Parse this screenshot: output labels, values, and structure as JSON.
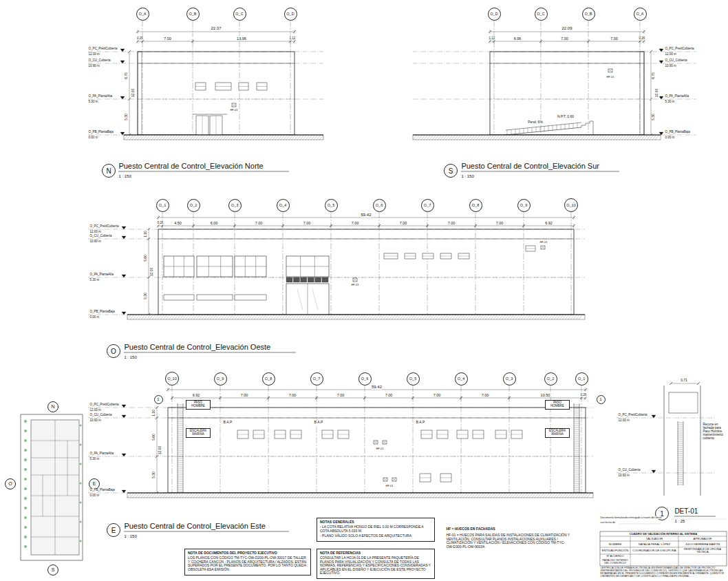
{
  "diagram": {
    "nodes": [
      {
        "text": [
          "O_A"
        ]
      },
      {
        "text": [
          "O_B"
        ]
      },
      {
        "text": [
          "O_C"
        ]
      },
      {
        "text": [
          "O_D"
        ]
      },
      {
        "text": [
          "O_D"
        ]
      },
      {
        "text": [
          "O_C"
        ]
      },
      {
        "text": [
          "O_B"
        ]
      },
      {
        "text": [
          "O_A"
        ]
      },
      {
        "text": [
          "N"
        ]
      },
      {
        "text": [
          "S"
        ]
      },
      {
        "text": [
          "O_1"
        ]
      },
      {
        "text": [
          "O_2"
        ]
      },
      {
        "text": [
          "O_3"
        ]
      },
      {
        "text": [
          "O_4"
        ]
      },
      {
        "text": [
          "O_5"
        ]
      },
      {
        "text": [
          "O_6"
        ]
      },
      {
        "text": [
          "O_7"
        ]
      },
      {
        "text": [
          "O_8"
        ]
      },
      {
        "text": [
          "O_9"
        ]
      },
      {
        "text": [
          "O_10"
        ]
      },
      {
        "text": [
          "O"
        ]
      },
      {
        "text": [
          "O_10"
        ]
      },
      {
        "text": [
          "O_9"
        ]
      },
      {
        "text": [
          "O_8"
        ]
      },
      {
        "text": [
          "O_7"
        ]
      },
      {
        "text": [
          "O_6"
        ]
      },
      {
        "text": [
          "O_5"
        ]
      },
      {
        "text": [
          "O_4"
        ]
      },
      {
        "text": [
          "O_3"
        ]
      },
      {
        "text": [
          "O_2"
        ]
      },
      {
        "text": [
          "O_1"
        ]
      },
      {
        "text": [
          "1"
        ]
      },
      {
        "text": [
          "1"
        ]
      },
      {
        "text": [
          "PASO HOMBRE"
        ]
      },
      {
        "text": [
          "PASO HOMBRE"
        ]
      },
      {
        "text": [
          "ESCALERA MARINA"
        ]
      },
      {
        "text": [
          "ESCALERA MARINA"
        ]
      },
      {
        "text": [
          "N"
        ]
      },
      {
        "text": [
          "O"
        ]
      },
      {
        "text": [
          "E"
        ]
      },
      {
        "text": [
          "S"
        ]
      },
      {
        "text": [
          "1"
        ]
      },
      {
        "text": [
          "E"
        ]
      },
      {
        "text": [
          "NOTAS GENERALES",
          "- LA COTA RELATIVA HONGO DE RIEL 0.00 M CORRESPONDE A COTA ABSOLUTA 5.033 M.",
          "- PLANO VÁLIDO SOLO A EFECTOS DE ARQUITECTURA"
        ]
      },
      {
        "text": [
          "NOTA DE DOCUMENTOS DEL PROYECTO EJECUTIVO",
          "LOS PLANOS CON CÓDIGO TM-TYC-OW-D200-PL-OW-30017 DE TALLER Y COCHERA CANCÚN - PLANOS DE ARQUITECTURA / ALZADOS, ESTÁN SUPERADOS POR EL PRESENTE DOCUMENTO, POR LO TANTO QUEDA OBSOLETA ESA EMISIÓN."
        ]
      },
      {
        "text": [
          "NOTA DE REFERENCIAS",
          "CONSULTAR LA HOJA 01 DE LA PRESENTE PAQUETERÍA DE PLANOS PARA VISUALIZACIÓN Y CONSULTA DE TODAS LAS NORMAS, REFERENCIAS Y ESPECIFICACIONES CONSIDERADAS Y APLICABLES EN EL DISEÑO Y EJECUCIÓN DE ESTE PROYECTO EJECUTIVO."
        ]
      }
    ],
    "labels": [
      "22.37",
      "0.26",
      "7.00",
      "13.96",
      "1.12",
      "O_PC_PretilCubierta",
      "12.00 m",
      "O_CU_Cubierta",
      "10.90 m",
      "O_PA_PlantaAlta",
      "5.30 m",
      "O_PB_PlantaBaja",
      "0.00 m",
      "6.70",
      "12.00",
      "5.30",
      "HF-01",
      "Puesto Central de Control_Elevación Norte",
      "1 : 150",
      "22.09",
      "1.12",
      "6.96",
      "7.00",
      "7.00",
      "0.26",
      "O_PC_PretilCubierta",
      "12.00 m",
      "O_CU_Cubierta",
      "10.90 m",
      "O_PA_PlantaAlta",
      "5.30 m",
      "O_PB_PlantaBaja",
      "0.00 m",
      "6.70",
      "12.00",
      "5.30",
      "HF-01",
      "Pend. 6%",
      "N.P.T. 0.60",
      "Puesto Central de Control_Elevación Sur",
      "1 : 150",
      "59.42",
      "0.26",
      "4.50",
      "6.00",
      "7.00",
      "7.00",
      "7.00",
      "7.00",
      "7.00",
      "7.00",
      "6.92",
      "O_PC_PretilCubierta",
      "12.00 m",
      "O_CU_Cubierta",
      "10.90 m",
      "O_PA_PlantaAlta",
      "5.30 m",
      "O_PB_PlantaBaja",
      "0.00 m",
      "1.10",
      "5.60",
      "12.00",
      "5.30",
      "HF-01",
      "HF-01",
      "Puesto Central de Control_Elevación Oeste",
      "1 : 150",
      "59.42",
      "6.92",
      "7.00",
      "7.00",
      "7.00",
      "7.00",
      "7.00",
      "7.00",
      "10.50",
      "0.26",
      "O_PC_PretilCubierta",
      "12.00 m",
      "O_CU_Cubierta",
      "10.90 m",
      "O_PA_PlantaAlta",
      "5.30 m",
      "O_PB_PlantaBaja",
      "0.00 m",
      "1.10",
      "5.60",
      "12.00",
      "5.30",
      "B.A.P",
      "B.A.P",
      "B.A.P",
      "HF-01",
      "HF-01",
      "Puesto Central de Control_Elevación Este",
      "1 : 150",
      "0.71",
      "O_PC_PretilCubierta",
      "12.00 m",
      "O_CU_Cubierta",
      "10.90 m",
      "Recorte en fachada para Paso Hombre, mantenimiento cubierta.",
      "DET-01",
      "1 : 25",
      "HF = HUECOS EN FACHADAS",
      "HF-01 = HUECOS PARA SALIDAS DE INSTALACIONES DE CLIMATIZACIÓN Y VENTILACIÓN, CONSULTAR PLANOS INSTALACIONES AUXILIARES / CLIMATIZACIÓN Y VENTILACIÓN / ELEVACIONES CON CÓDIGO TM-TYC-OW-D300-PL-OW-90034.",
      "Documento formalizado entregado a través del oficio",
      "con fecha de",
      "CUADRO DE VALIDACIÓN INTERNO AL SISTEMA",
      "VALIDADOR",
      "APROBADOR",
      "NOMBRE",
      "NATALIA PERAL LÓPEZ",
      "JULIO HERRERA MARTÍN",
      "ENTIDAD/FUNCIÓN",
      "COORDINADOR DE DISCIPLINA",
      "RESPONSABLE DE OFICINA TÉCNICA",
      "Nº ACUERDO",
      "PARA USO INTERNO DEL CONSORCIO",
      "CERTIFICACIÓN DE FIRMA ELECTRÓNICA: EN RESPONSABILIDAD DE DIRECTOR DE PROYECTO (REPRESENTANTE DEL PROVEEDOR DEL CONSORCIO), CERTIFICO QUE LAS FIRMAS ELECTRÓNICAS ESTAMPADAS EN EL PRESENTE DOCUMENTO CORRESPONDEN FIELMENTE AL FIRMANTE, QUIEN POR LIMITANTES GEOGRÁFICAS Y DE LOGÍSTICA NO LO REALIZA EN ORIGINAL."
    ]
  }
}
